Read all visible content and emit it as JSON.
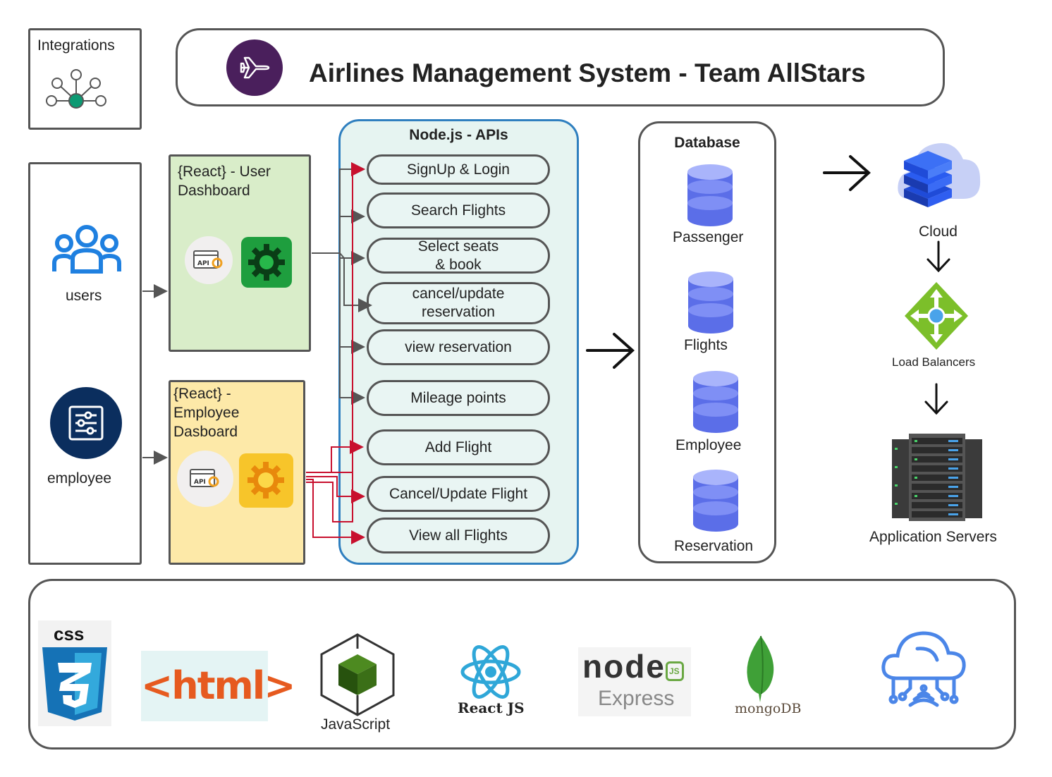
{
  "title": "Airlines Management System - Team AllStars",
  "integrations": {
    "label": "Integrations"
  },
  "actors": {
    "users": "users",
    "employee": "employee"
  },
  "user_dashboard": {
    "label": "{React} - User Dashboard"
  },
  "employee_dashboard": {
    "label": "{React} - Employee Dasboard"
  },
  "api_badge": "API",
  "apis": {
    "title": "Node.js - APIs",
    "items": [
      "SignUp & Login",
      "Search Flights",
      "Select seats & book",
      "cancel/update reservation",
      "view reservation",
      "Mileage points",
      "Add Flight",
      "Cancel/Update Flight",
      "View all Flights"
    ]
  },
  "database": {
    "title": "Database",
    "items": [
      "Passenger",
      "Flights",
      "Employee",
      "Reservation"
    ]
  },
  "infra": {
    "cloud": "Cloud",
    "load_balancers": "Load Balancers",
    "app_servers": "Application Servers"
  },
  "tech": {
    "css": "CSS",
    "html": "<html>",
    "javascript": "JavaScript",
    "react": "React JS",
    "node": "node",
    "node_js": "JS",
    "express": "Express",
    "mongo": "mongoDB"
  },
  "colors": {
    "user_dash_bg": "#d9edc9",
    "employee_dash_bg": "#fde9a8",
    "api_panel_bg": "#e6f4f1",
    "api_panel_border": "#2f7fbf",
    "plane_circle": "#4a1f5c",
    "arrow_red": "#c8102e",
    "db_blue": "#5b6ee8",
    "navy": "#0b2e5e"
  }
}
